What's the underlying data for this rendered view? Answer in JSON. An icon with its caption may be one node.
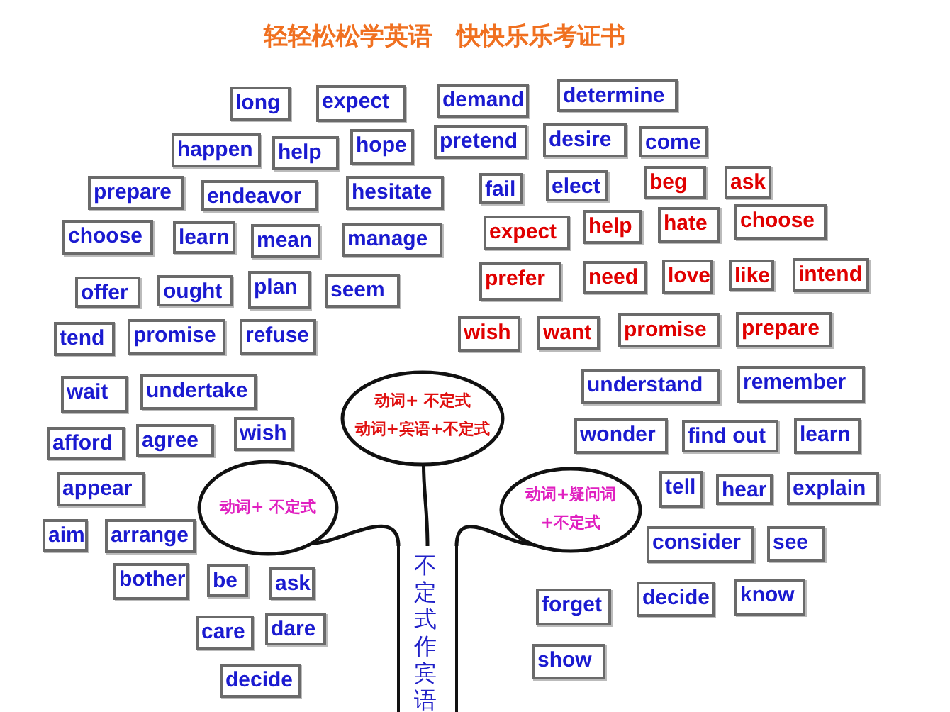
{
  "diagram": {
    "title": "轻轻松松学英语　快快乐乐考证书",
    "nodes": [
      {
        "text": [
          "long"
        ]
      },
      {
        "text": [
          "expect"
        ]
      },
      {
        "text": [
          "demand"
        ]
      },
      {
        "text": [
          "determine"
        ]
      },
      {
        "text": [
          "happen"
        ]
      },
      {
        "text": [
          "help"
        ]
      },
      {
        "text": [
          "hope"
        ]
      },
      {
        "text": [
          "pretend"
        ]
      },
      {
        "text": [
          "desire"
        ]
      },
      {
        "text": [
          "come"
        ]
      },
      {
        "text": [
          "prepare"
        ]
      },
      {
        "text": [
          "endeavor"
        ]
      },
      {
        "text": [
          "hesitate"
        ]
      },
      {
        "text": [
          "fail"
        ]
      },
      {
        "text": [
          "elect"
        ]
      },
      {
        "text": [
          "beg"
        ]
      },
      {
        "text": [
          "ask"
        ]
      },
      {
        "text": [
          "choose"
        ]
      },
      {
        "text": [
          "learn"
        ]
      },
      {
        "text": [
          "mean"
        ]
      },
      {
        "text": [
          "manage"
        ]
      },
      {
        "text": [
          "expect"
        ]
      },
      {
        "text": [
          "help"
        ]
      },
      {
        "text": [
          "hate"
        ]
      },
      {
        "text": [
          "choose"
        ]
      },
      {
        "text": [
          "offer"
        ]
      },
      {
        "text": [
          "ought"
        ]
      },
      {
        "text": [
          "plan"
        ]
      },
      {
        "text": [
          "seem"
        ]
      },
      {
        "text": [
          "prefer"
        ]
      },
      {
        "text": [
          "need"
        ]
      },
      {
        "text": [
          "love"
        ]
      },
      {
        "text": [
          "like"
        ]
      },
      {
        "text": [
          "intend"
        ]
      },
      {
        "text": [
          "tend"
        ]
      },
      {
        "text": [
          "promise"
        ]
      },
      {
        "text": [
          "refuse"
        ]
      },
      {
        "text": [
          "wish"
        ]
      },
      {
        "text": [
          "want"
        ]
      },
      {
        "text": [
          "promise"
        ]
      },
      {
        "text": [
          "prepare"
        ]
      },
      {
        "text": [
          "wait"
        ]
      },
      {
        "text": [
          "undertake"
        ]
      },
      {
        "text": [
          "understand"
        ]
      },
      {
        "text": [
          "remember"
        ]
      },
      {
        "text": [
          "动词+ 不定式",
          "动词+宾语+不定式"
        ]
      },
      {
        "text": [
          "afford"
        ]
      },
      {
        "text": [
          "agree"
        ]
      },
      {
        "text": [
          "wish"
        ]
      },
      {
        "text": [
          "wonder"
        ]
      },
      {
        "text": [
          "find out"
        ]
      },
      {
        "text": [
          "learn"
        ]
      },
      {
        "text": [
          "appear"
        ]
      },
      {
        "text": [
          "动词+ 不定式"
        ]
      },
      {
        "text": [
          "tell"
        ]
      },
      {
        "text": [
          "hear"
        ]
      },
      {
        "text": [
          "explain"
        ]
      },
      {
        "text": [
          "动词+疑问词+不定式"
        ]
      },
      {
        "text": [
          "aim"
        ]
      },
      {
        "text": [
          "arrange"
        ]
      },
      {
        "text": [
          "consider"
        ]
      },
      {
        "text": [
          "see"
        ]
      },
      {
        "text": [
          "bother"
        ]
      },
      {
        "text": [
          "be"
        ]
      },
      {
        "text": [
          "ask"
        ]
      },
      {
        "text": [
          "不定式作宾语"
        ]
      },
      {
        "text": [
          "care"
        ]
      },
      {
        "text": [
          "dare"
        ]
      },
      {
        "text": [
          "forget"
        ]
      },
      {
        "text": [
          "decide"
        ]
      },
      {
        "text": [
          "know"
        ]
      },
      {
        "text": [
          "show"
        ]
      },
      {
        "text": [
          "decide"
        ]
      }
    ],
    "edges": [
      {
        "from": 65,
        "to": 45,
        "arrow": "none"
      },
      {
        "from": 65,
        "to": 53,
        "arrow": "none"
      },
      {
        "from": 65,
        "to": 57,
        "arrow": "none"
      }
    ]
  }
}
